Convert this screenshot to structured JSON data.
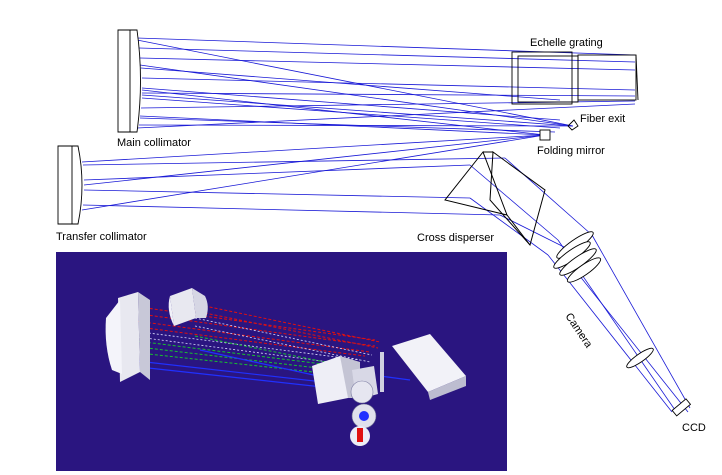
{
  "labels": {
    "echelle_grating": "Echelle grating",
    "fiber_exit": "Fiber exit",
    "main_collimator": "Main collimator",
    "folding_mirror": "Folding mirror",
    "transfer_collimator": "Transfer collimator",
    "cross_disperser": "Cross disperser",
    "camera": "Camera",
    "ccd": "CCD"
  },
  "colors": {
    "ray": "#1a1ad6",
    "outline": "#000000",
    "render_bg": "#2a1580",
    "red_rays": "#e01010",
    "green_rays": "#18c030",
    "blue_rays": "#2030ff",
    "white_rays": "#dcdcff"
  }
}
